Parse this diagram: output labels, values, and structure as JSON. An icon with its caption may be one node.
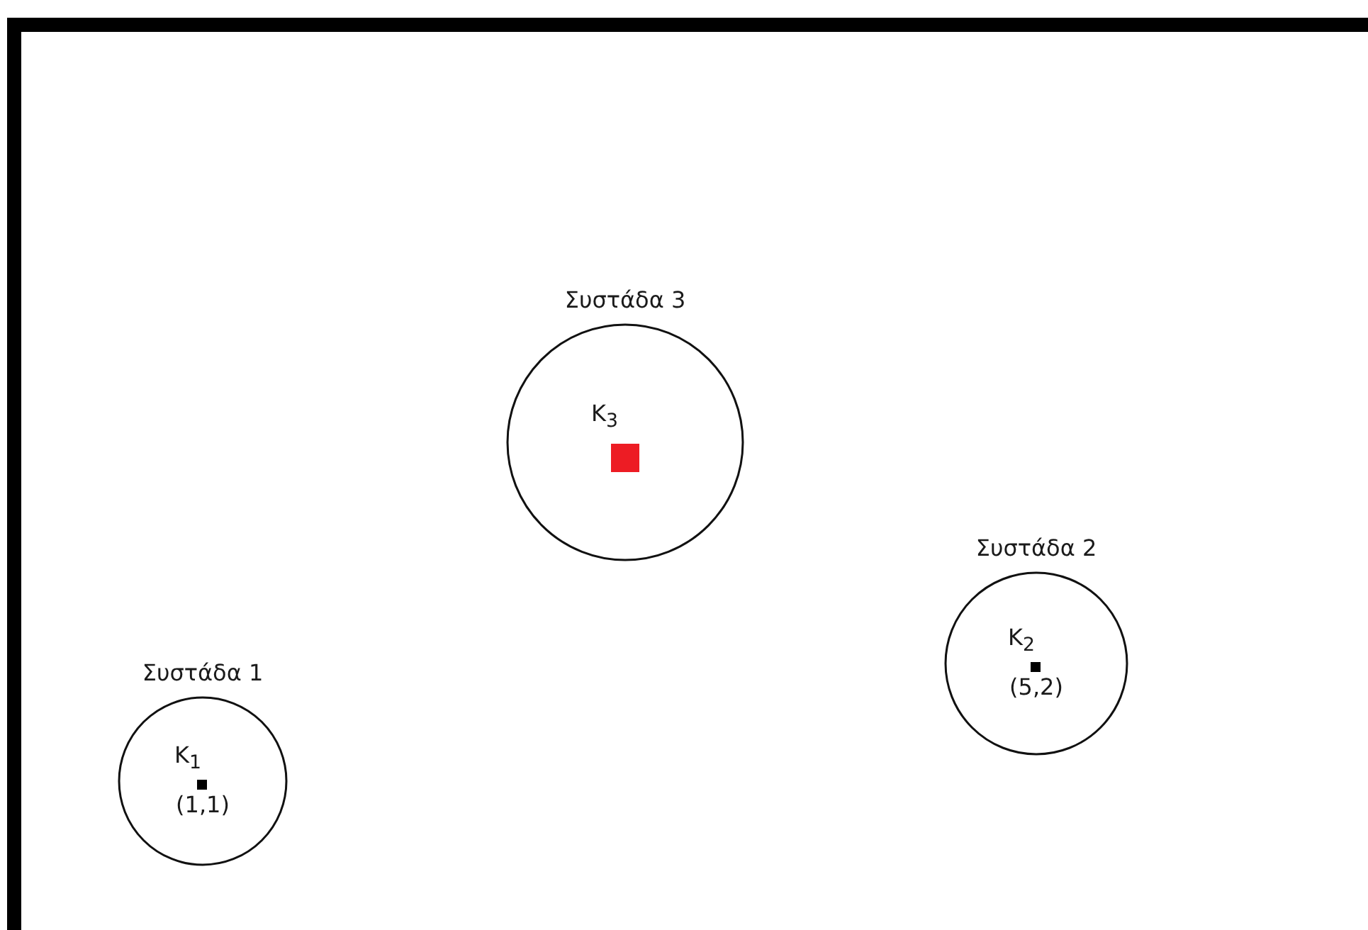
{
  "diagram": {
    "nodes": [
      {
        "text": [
          "Συστάδα 3",
          "K$_{3}$"
        ]
      },
      {
        "text": [
          "Συστάδα 2",
          "K$_{2}$",
          "(5,2)"
        ]
      },
      {
        "text": [
          "Συστάδα 1",
          "K$_{1}$",
          "(1,1)"
        ]
      }
    ]
  }
}
